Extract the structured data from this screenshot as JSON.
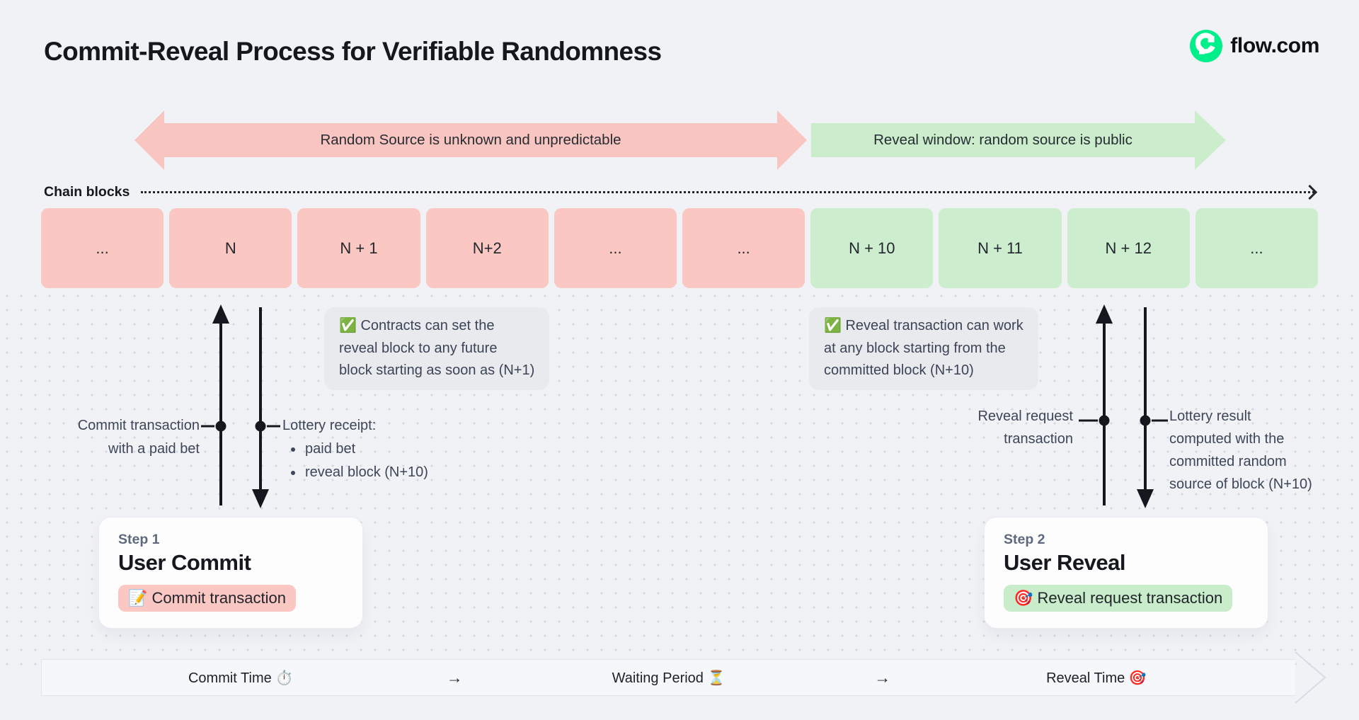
{
  "title": "Commit-Reveal Process for Verifiable Randomness",
  "brand": {
    "name": "flow.com"
  },
  "phase_arrows": {
    "commit": {
      "label": "Random Source is unknown and unpredictable",
      "color": "#f9c5c1"
    },
    "reveal": {
      "label": "Reveal window: random source is public",
      "color": "#cbedcc"
    }
  },
  "chain": {
    "label": "Chain blocks",
    "blocks": [
      {
        "label": "...",
        "phase": "commit"
      },
      {
        "label": "N",
        "phase": "commit"
      },
      {
        "label": "N + 1",
        "phase": "commit"
      },
      {
        "label": "N+2",
        "phase": "commit"
      },
      {
        "label": "...",
        "phase": "commit"
      },
      {
        "label": "...",
        "phase": "commit"
      },
      {
        "label": "N + 10",
        "phase": "reveal"
      },
      {
        "label": "N + 11",
        "phase": "reveal"
      },
      {
        "label": "N + 12",
        "phase": "reveal"
      },
      {
        "label": "...",
        "phase": "reveal"
      }
    ]
  },
  "notes": [
    {
      "lines": [
        "✅ Contracts can set the",
        "reveal block to any future",
        "block starting as soon as (N+1)"
      ]
    },
    {
      "lines": [
        "✅ Reveal transaction can work",
        "at any block starting from the",
        "committed block (N+10)"
      ]
    }
  ],
  "annotations": {
    "commit_tx": {
      "lines": [
        "Commit transaction",
        "with a paid bet"
      ]
    },
    "lottery_receipt": {
      "title": "Lottery receipt:",
      "bullets": [
        "paid bet",
        "reveal block (N+10)"
      ]
    },
    "reveal_request": {
      "lines": [
        "Reveal request",
        "transaction"
      ]
    },
    "lottery_result": {
      "lines": [
        "Lottery result",
        "computed with the",
        "committed random",
        "source of block (N+10)"
      ]
    }
  },
  "steps": [
    {
      "step": "Step 1",
      "title": "User Commit",
      "badge": "📝 Commit transaction"
    },
    {
      "step": "Step 2",
      "title": "User Reveal",
      "badge": "🎯 Reveal request transaction"
    }
  ],
  "timeline": {
    "items": [
      "Commit Time ⏱️",
      "→",
      "Waiting Period ⏳",
      "→",
      "Reveal Time 🎯"
    ]
  },
  "colors": {
    "background": "#f1f2f6",
    "pink": "#fbc7c3",
    "green": "#cdedcf",
    "ink": "#14171d",
    "slate_text": "#3c4658",
    "note_bg": "#e9eaee",
    "flow_green": "#00ef8b"
  }
}
